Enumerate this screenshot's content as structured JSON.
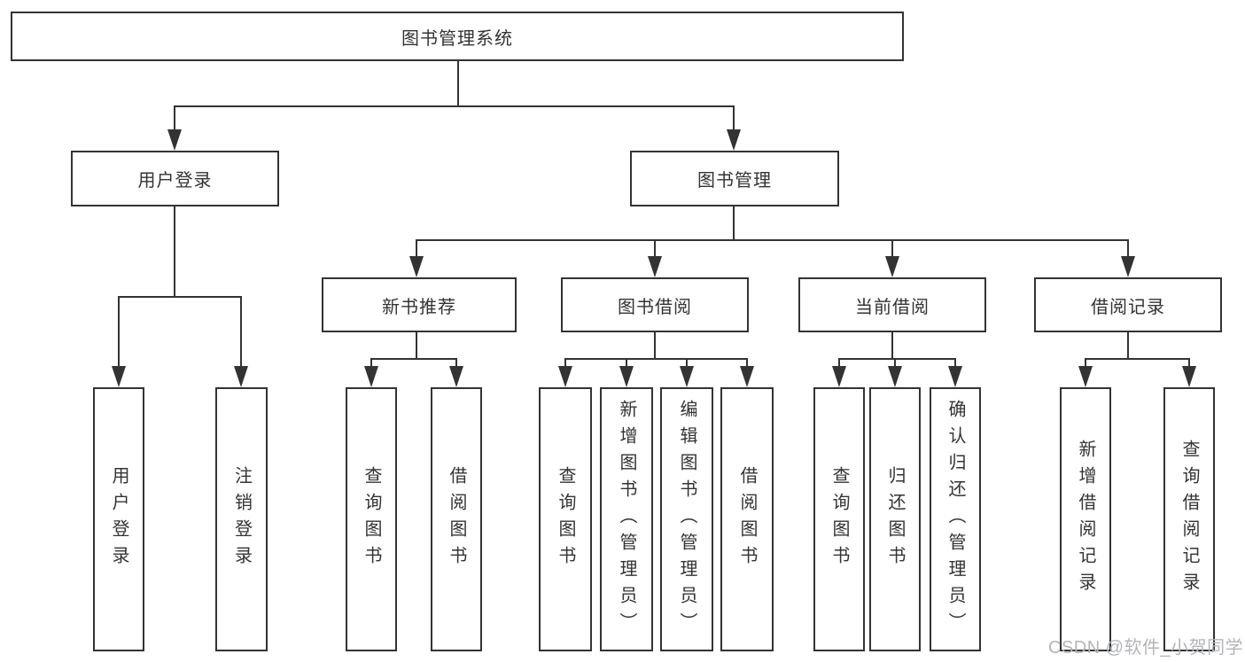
{
  "diagram": {
    "type": "hierarchy-tree",
    "tree": {
      "root": "图书管理系统",
      "branches": [
        {
          "label": "用户登录",
          "children": [
            "用户登录",
            "注销登录"
          ]
        },
        {
          "label": "图书管理",
          "groups": [
            {
              "label": "新书推荐",
              "children": [
                "查询图书",
                "借阅图书"
              ]
            },
            {
              "label": "图书借阅",
              "children": [
                "查询图书",
                "新增图书（管理员）",
                "编辑图书（管理员）",
                "借阅图书"
              ]
            },
            {
              "label": "当前借阅",
              "children": [
                "查询图书",
                "归还图书",
                "确认归还（管理员）"
              ]
            },
            {
              "label": "借阅记录",
              "children": [
                "新增借阅记录",
                "查询借阅记录"
              ]
            }
          ]
        }
      ]
    },
    "colors": {
      "line": "#333333",
      "box_border": "#333333",
      "box_fill": "#ffffff",
      "text": "#333333",
      "background": "#ffffff",
      "watermark": "#b3b5b8"
    }
  },
  "watermark": {
    "text": "CSDN @软件_小贺同学"
  }
}
